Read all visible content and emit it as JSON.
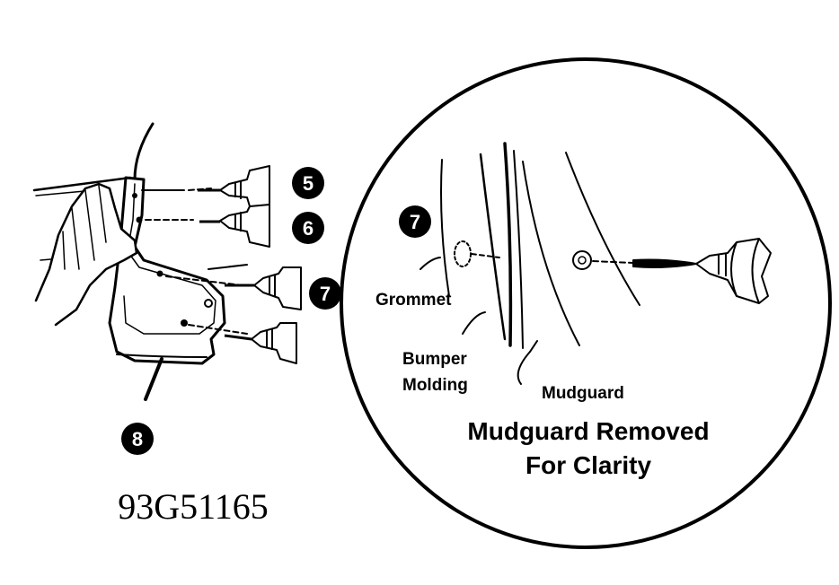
{
  "left_view": {
    "callouts": [
      "5",
      "6",
      "7",
      "8"
    ]
  },
  "detail_view": {
    "callout": "7",
    "labels": {
      "grommet": "Grommet",
      "bumper_molding_line1": "Bumper",
      "bumper_molding_line2": "Molding",
      "mudguard": "Mudguard"
    },
    "caption_line1": "Mudguard Removed",
    "caption_line2": "For Clarity"
  },
  "reference_code": "93G51165",
  "colors": {
    "ink": "#000000",
    "paper": "#ffffff"
  }
}
